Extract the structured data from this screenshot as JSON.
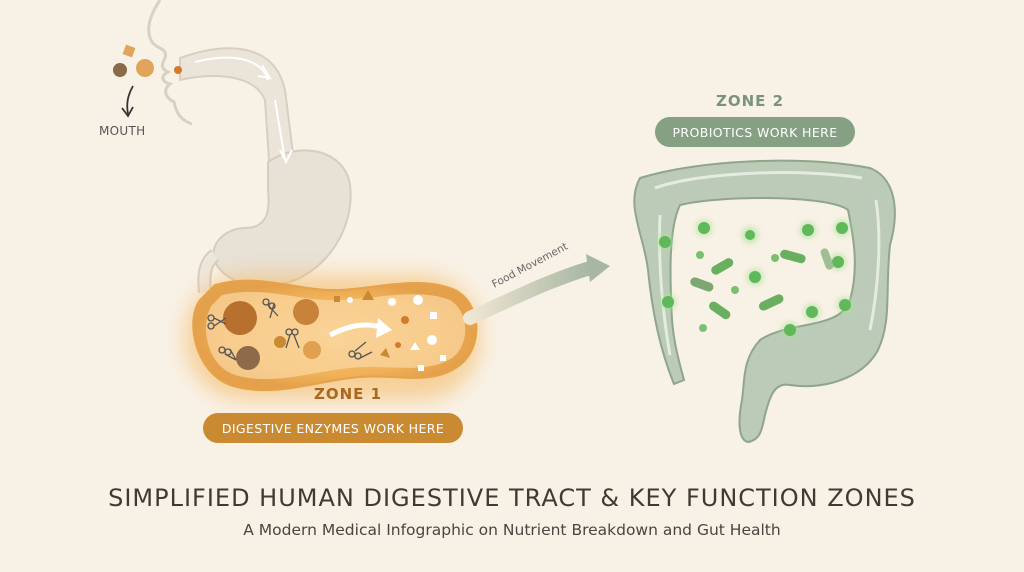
{
  "mouth": {
    "label": "MOUTH"
  },
  "zone1": {
    "title": "ZONE 1",
    "pill": "DIGESTIVE ENZYMES WORK HERE"
  },
  "zone2": {
    "title": "ZONE 2",
    "pill": "PROBIOTICS WORK HERE"
  },
  "arrow": {
    "label": "Food Movement"
  },
  "heading": {
    "title": "SIMPLIFIED HUMAN DIGESTIVE TRACT & KEY FUNCTION ZONES",
    "subtitle": "A Modern Medical Infographic on Nutrient Breakdown and Gut Health"
  },
  "colors": {
    "background": "#f8f1e5",
    "zone1_accent": "#c98a32",
    "zone2_accent": "#86a083",
    "organ_fill": "#e8e1d6"
  }
}
